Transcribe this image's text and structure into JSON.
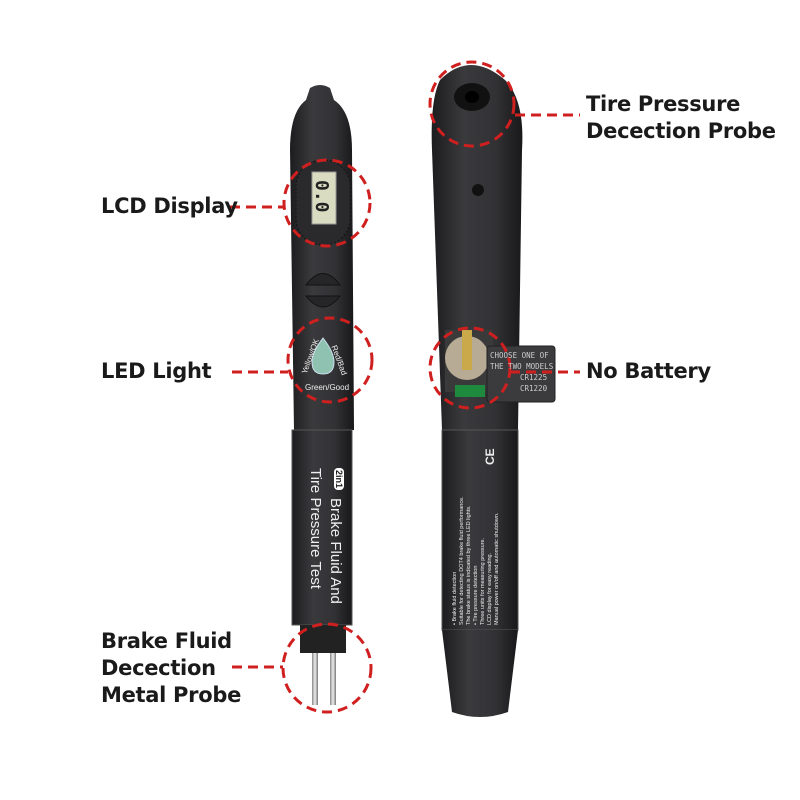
{
  "callouts": {
    "lcd_display": "LCD Display",
    "led_light": "LED Light",
    "brake_probe": [
      "Brake Fluid",
      "Decection",
      "Metal Probe"
    ],
    "tire_probe": [
      "Tire Pressure",
      "Decection Probe"
    ],
    "no_battery": "No Battery"
  },
  "device_front": {
    "lcd_reading": "0.0",
    "led_labels": {
      "left": "Yellow/OK",
      "right": "Red/Bad",
      "bottom": "Green/Good"
    },
    "badge": "2in1",
    "title_lines": [
      "Brake Fluid And",
      "Tire Pressure Test"
    ]
  },
  "device_back": {
    "battery_label": [
      "CHOOSE ONE OF",
      "THE TWO MODELS",
      "CR1225",
      "CR1220"
    ],
    "marks": "CE",
    "instructions": [
      "• Brake fluid detection",
      "  Suitable for detecting DOT4 brake fluid performance.",
      "  The brake status is indicated by three LED lights.",
      "• Tire pressure detection",
      "  Three units for measuring pressure.",
      "  LCD display for easy reading.",
      "  Manual power on/off and automatic shutdown."
    ]
  },
  "colors": {
    "callout_dash": "#d01f1f",
    "device_body": "#2e2e30",
    "lcd": "#d9dcc0"
  }
}
